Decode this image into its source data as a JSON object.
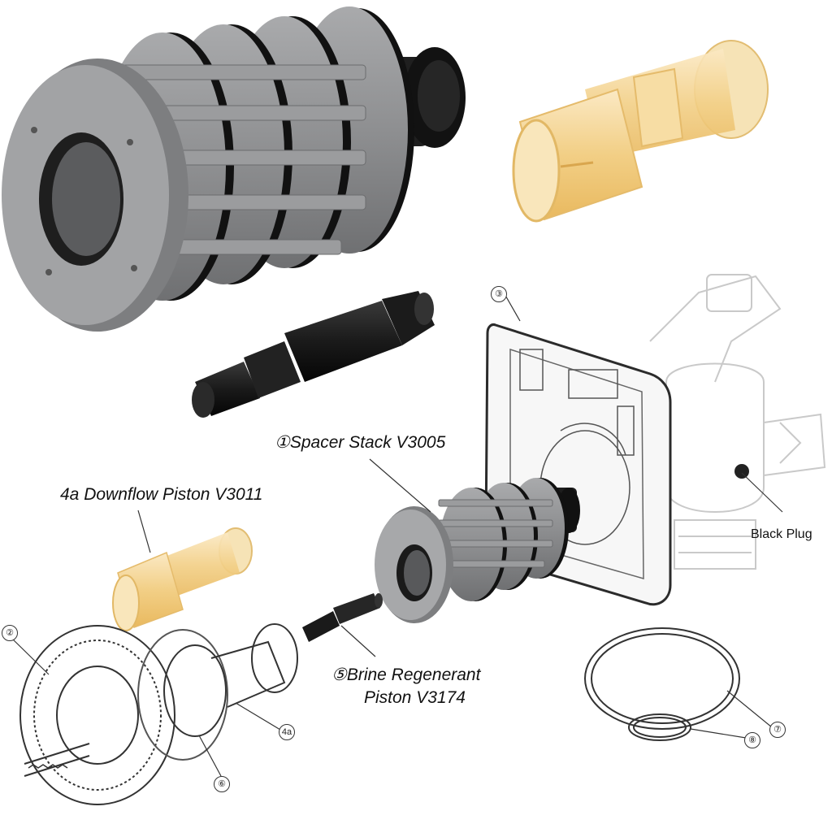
{
  "labels": {
    "spacer_stack": "①Spacer Stack V3005",
    "downflow_piston": "4a Downflow Piston V3011",
    "black_plug": "Black Plug",
    "brine_line1": "⑤Brine Regenerant",
    "brine_line2": "Piston V3174"
  },
  "callouts": {
    "n2": "②",
    "n3": "③",
    "n4a": "4a",
    "n6": "⑥",
    "n7": "⑦",
    "n8": "⑧"
  },
  "colors": {
    "spacer_gray": "#8f9092",
    "spacer_dark": "#6e6f71",
    "oring_black": "#1d1d1d",
    "piston_amber": "#f4d79a",
    "line_art": "#555555"
  }
}
